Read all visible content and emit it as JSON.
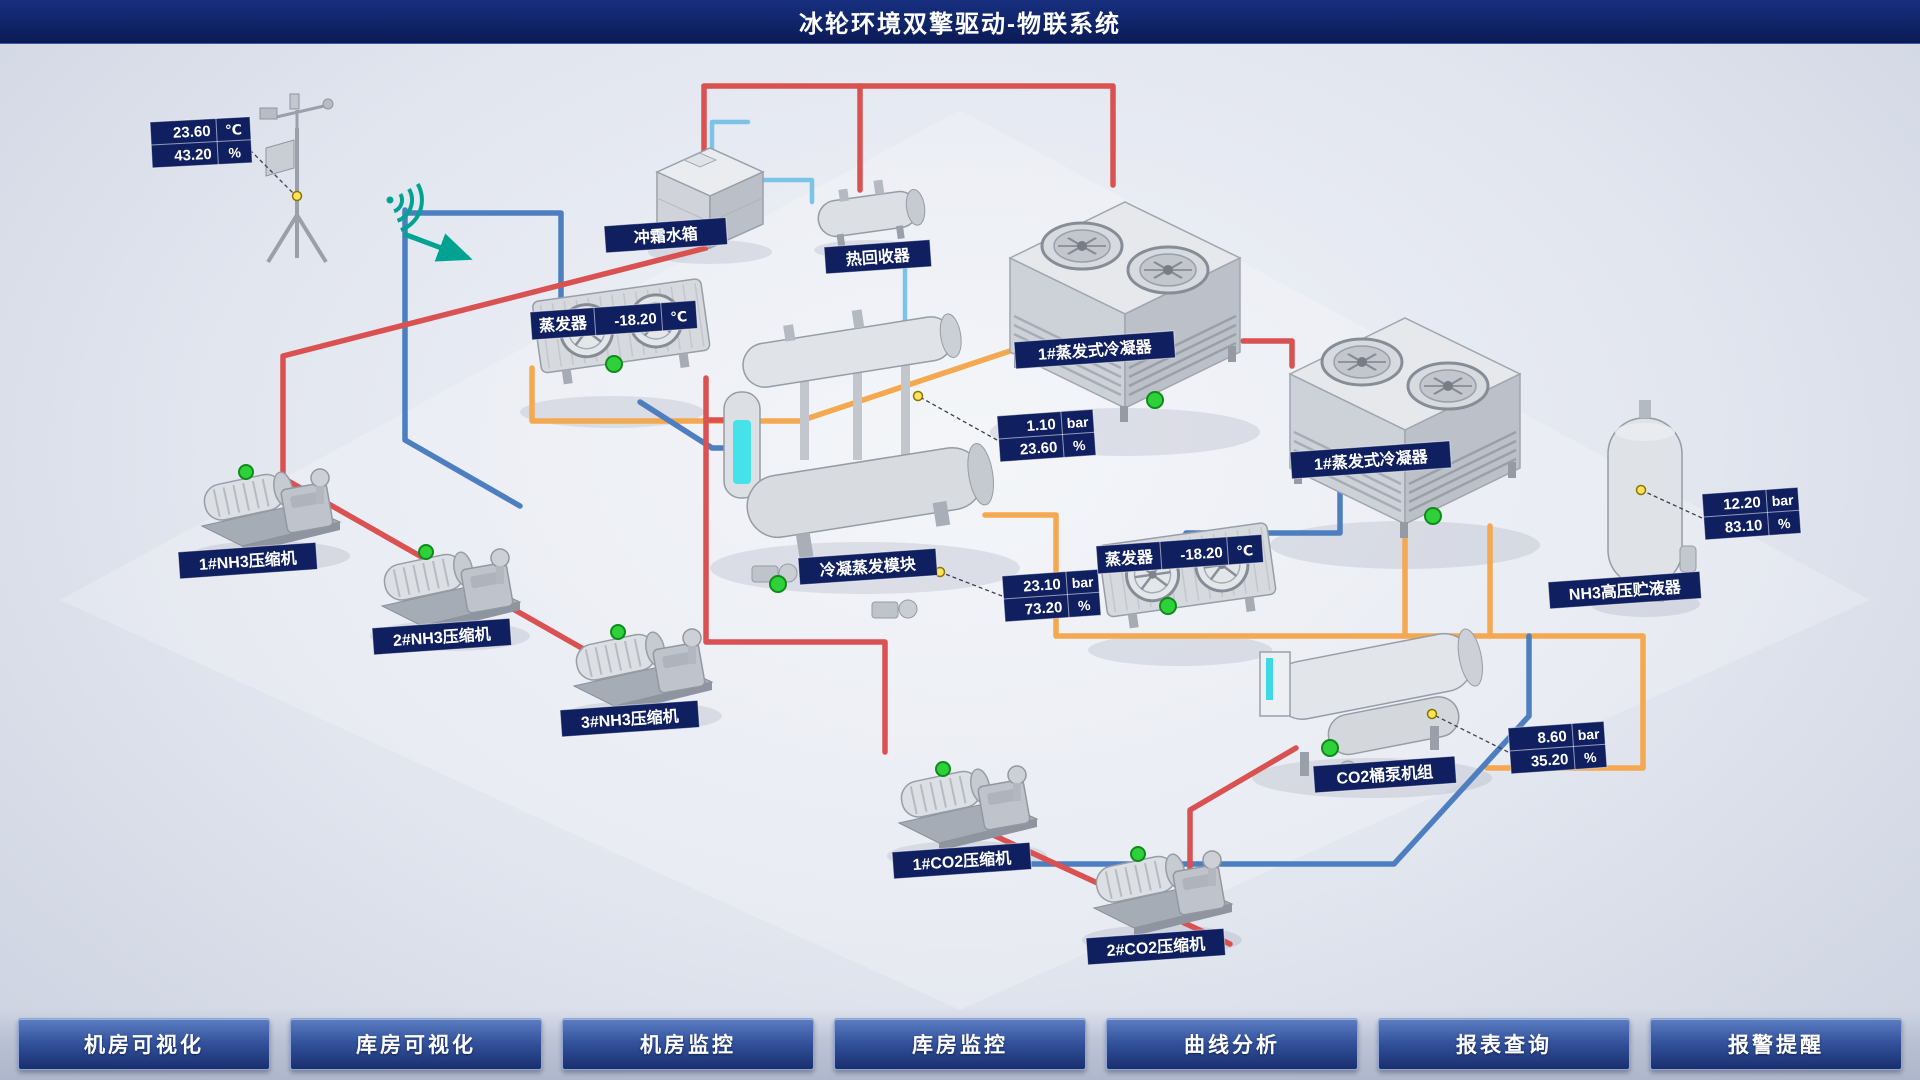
{
  "header": {
    "title": "冰轮环境双擎驱动-物联系统"
  },
  "weather": {
    "temp": "23.60",
    "temp_unit": "℃",
    "humidity": "43.20",
    "humidity_unit": "%"
  },
  "equipment": {
    "defrost_tank": {
      "label": "冲霜水箱"
    },
    "heat_recovery": {
      "label": "热回收器"
    },
    "evaporator_1": {
      "label": "蒸发器",
      "temp": "-18.20",
      "temp_unit": "℃"
    },
    "evap_condenser_1": {
      "label": "1#蒸发式冷凝器"
    },
    "evap_condenser_2": {
      "label": "1#蒸发式冷凝器"
    },
    "cond_evap_module": {
      "label": "冷凝蒸发模块",
      "gauge_top": {
        "pressure": "1.10",
        "pressure_unit": "bar",
        "level": "23.60",
        "level_unit": "%"
      },
      "gauge_bottom": {
        "pressure": "23.10",
        "pressure_unit": "bar",
        "level": "73.20",
        "level_unit": "%"
      }
    },
    "evaporator_2": {
      "label": "蒸发器",
      "temp": "-18.20",
      "temp_unit": "℃"
    },
    "nh3_receiver": {
      "label": "NH3高压贮液器",
      "pressure": "12.20",
      "pressure_unit": "bar",
      "level": "83.10",
      "level_unit": "%"
    },
    "co2_pump_unit": {
      "label": "CO2桶泵机组",
      "pressure": "8.60",
      "pressure_unit": "bar",
      "level": "35.20",
      "level_unit": "%"
    },
    "nh3_compressor_1": {
      "label": "1#NH3压缩机"
    },
    "nh3_compressor_2": {
      "label": "2#NH3压缩机"
    },
    "nh3_compressor_3": {
      "label": "3#NH3压缩机"
    },
    "co2_compressor_1": {
      "label": "1#CO2压缩机"
    },
    "co2_compressor_2": {
      "label": "2#CO2压缩机"
    }
  },
  "nav": {
    "items": [
      {
        "label": "机房可视化"
      },
      {
        "label": "库房可视化"
      },
      {
        "label": "机房监控"
      },
      {
        "label": "库房监控"
      },
      {
        "label": "曲线分析"
      },
      {
        "label": "报表查询"
      },
      {
        "label": "报警提醒"
      }
    ]
  },
  "colors": {
    "pipe_red": "#d95151",
    "pipe_blue": "#4d7fc0",
    "pipe_orange": "#f4a84f",
    "pipe_cyan": "#7cc3e8",
    "status_ok": "#2fd13a",
    "sensor_yellow": "#ffe15c",
    "badge_bg": "#0f1f60",
    "accent_teal": "#00a392",
    "header_bg": "#0a1a55"
  }
}
